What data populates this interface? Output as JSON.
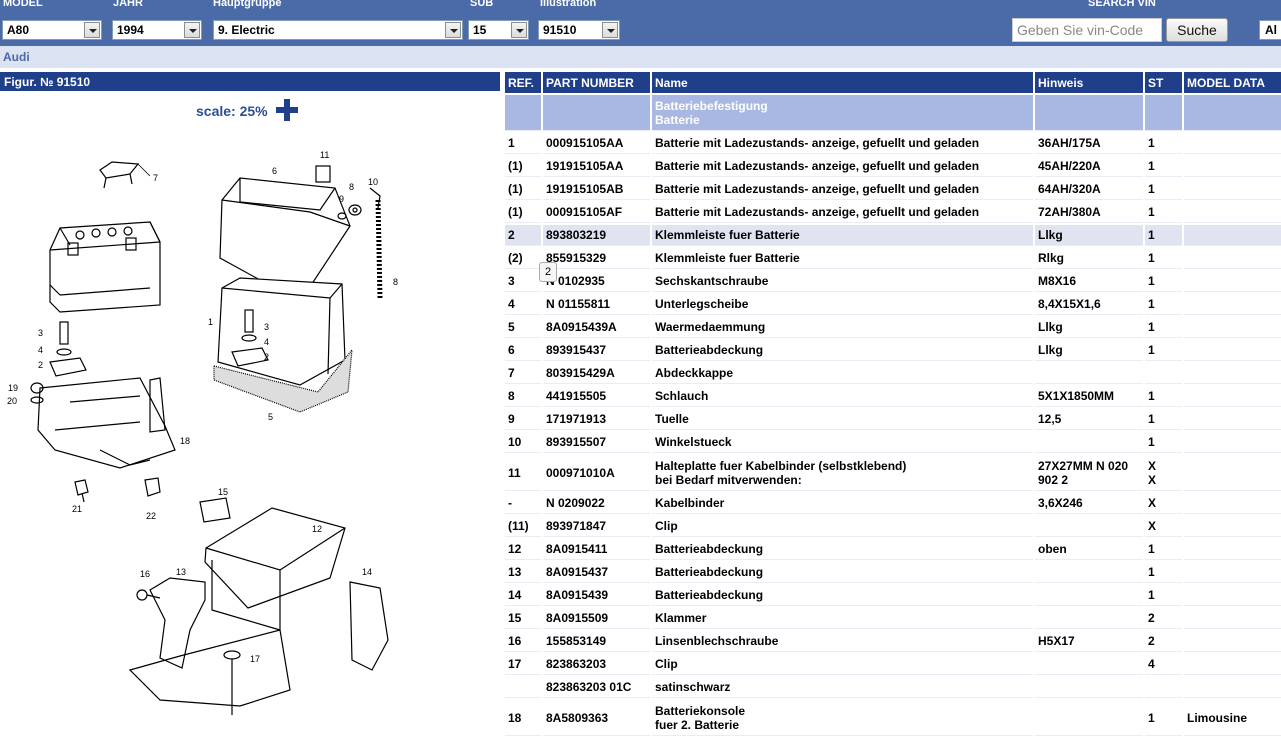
{
  "toolbar": {
    "model_label": "MODEL",
    "model_value": "A80",
    "jahr_label": "JAHR",
    "jahr_value": "1994",
    "hauptgruppe_label": "Hauptgruppe",
    "hauptgruppe_value": "9. Electric",
    "sub_label": "SUB",
    "sub_value": "15",
    "illustration_label": "Illustration",
    "illustration_value": "91510",
    "search_vin_label": "SEARCH VIN",
    "vin_placeholder": "Geben Sie vin-Code",
    "search_button": "Suche",
    "lang_value": "Al"
  },
  "brand": "Audi",
  "figure": {
    "title": "Figur. № 91510",
    "scale": "scale: 25%",
    "callout_badge": "2",
    "labels": [
      "7",
      "6",
      "11",
      "8",
      "9",
      "10",
      "8",
      "1",
      "3",
      "4",
      "2",
      "5",
      "3",
      "4",
      "2",
      "19",
      "20",
      "18",
      "21",
      "22",
      "15",
      "12",
      "16",
      "13",
      "14",
      "17"
    ]
  },
  "colors": {
    "header_blue": "#1f3f8b",
    "toolbar_blue": "#4b6aa8",
    "group_row": "#a9b8e2"
  },
  "table": {
    "headers": [
      "REF.",
      "PART NUMBER",
      "Name",
      "Hinweis",
      "ST",
      "MODEL DATA"
    ],
    "group": {
      "line1": "Batteriebefestigung",
      "line2": "Batterie"
    },
    "rows": [
      {
        "ref": "1",
        "part": "000915105AA",
        "name": "Batterie mit Ladezustands- anzeige, gefuellt und geladen",
        "hinweis": "36AH/175A",
        "st": "1",
        "model": ""
      },
      {
        "ref": "(1)",
        "part": "191915105AA",
        "name": "Batterie mit Ladezustands- anzeige, gefuellt und geladen",
        "hinweis": "45AH/220A",
        "st": "1",
        "model": ""
      },
      {
        "ref": "(1)",
        "part": "191915105AB",
        "name": "Batterie mit Ladezustands- anzeige, gefuellt und geladen",
        "hinweis": "64AH/320A",
        "st": "1",
        "model": ""
      },
      {
        "ref": "(1)",
        "part": "000915105AF",
        "name": "Batterie mit Ladezustands- anzeige, gefuellt und geladen",
        "hinweis": "72AH/380A",
        "st": "1",
        "model": ""
      },
      {
        "ref": "2",
        "part": "893803219",
        "name": "Klemmleiste fuer Batterie",
        "hinweis": "Llkg",
        "st": "1",
        "model": ""
      },
      {
        "ref": "(2)",
        "part": "855915329",
        "name": "Klemmleiste fuer Batterie",
        "hinweis": "Rlkg",
        "st": "1",
        "model": ""
      },
      {
        "ref": "3",
        "part": "N 0102935",
        "name": "Sechskantschraube",
        "hinweis": "M8X16",
        "st": "1",
        "model": ""
      },
      {
        "ref": "4",
        "part": "N 01155811",
        "name": "Unterlegscheibe",
        "hinweis": "8,4X15X1,6",
        "st": "1",
        "model": ""
      },
      {
        "ref": "5",
        "part": "8A0915439A",
        "name": "Waermedaemmung",
        "hinweis": "Llkg",
        "st": "1",
        "model": ""
      },
      {
        "ref": "6",
        "part": "893915437",
        "name": "Batterieabdeckung",
        "hinweis": "Llkg",
        "st": "1",
        "model": ""
      },
      {
        "ref": "7",
        "part": "803915429A",
        "name": "Abdeckkappe",
        "hinweis": "",
        "st": "",
        "model": ""
      },
      {
        "ref": "8",
        "part": "441915505",
        "name": "Schlauch",
        "hinweis": "5X1X1850MM",
        "st": "1",
        "model": ""
      },
      {
        "ref": "9",
        "part": "171971913",
        "name": "Tuelle",
        "hinweis": "12,5",
        "st": "1",
        "model": ""
      },
      {
        "ref": "10",
        "part": "893915507",
        "name": "Winkelstueck",
        "hinweis": "",
        "st": "1",
        "model": ""
      },
      {
        "ref": "11",
        "part": "000971010A",
        "name": "Halteplatte fuer Kabelbinder (selbstklebend)",
        "name2": "bei Bedarf mitverwenden:",
        "hinweis": "27X27MM N 020",
        "hinweis2": "902 2",
        "st": "X",
        "st2": "X",
        "model": ""
      },
      {
        "ref": "-",
        "part": "N 0209022",
        "name": "Kabelbinder",
        "hinweis": "3,6X246",
        "st": "X",
        "model": ""
      },
      {
        "ref": "(11)",
        "part": "893971847",
        "name": "Clip",
        "hinweis": "",
        "st": "X",
        "model": ""
      },
      {
        "ref": "12",
        "part": "8A0915411",
        "name": "Batterieabdeckung",
        "hinweis": "oben",
        "st": "1",
        "model": ""
      },
      {
        "ref": "13",
        "part": "8A0915437",
        "name": "Batterieabdeckung",
        "hinweis": "",
        "st": "1",
        "model": ""
      },
      {
        "ref": "14",
        "part": "8A0915439",
        "name": "Batterieabdeckung",
        "hinweis": "",
        "st": "1",
        "model": ""
      },
      {
        "ref": "15",
        "part": "8A0915509",
        "name": "Klammer",
        "hinweis": "",
        "st": "2",
        "model": ""
      },
      {
        "ref": "16",
        "part": "155853149",
        "name": "Linsenblechschraube",
        "hinweis": "H5X17",
        "st": "2",
        "model": ""
      },
      {
        "ref": "17",
        "part": "823863203",
        "name": "Clip",
        "hinweis": "",
        "st": "4",
        "model": ""
      },
      {
        "ref": "",
        "part": "823863203 01C",
        "name": "satinschwarz",
        "hinweis": "",
        "st": "",
        "model": ""
      },
      {
        "ref": "18",
        "part": "8A5809363",
        "name": "Batteriekonsole",
        "name2": "fuer 2. Batterie",
        "hinweis": "",
        "st": "1",
        "model": "Limousine"
      }
    ]
  }
}
